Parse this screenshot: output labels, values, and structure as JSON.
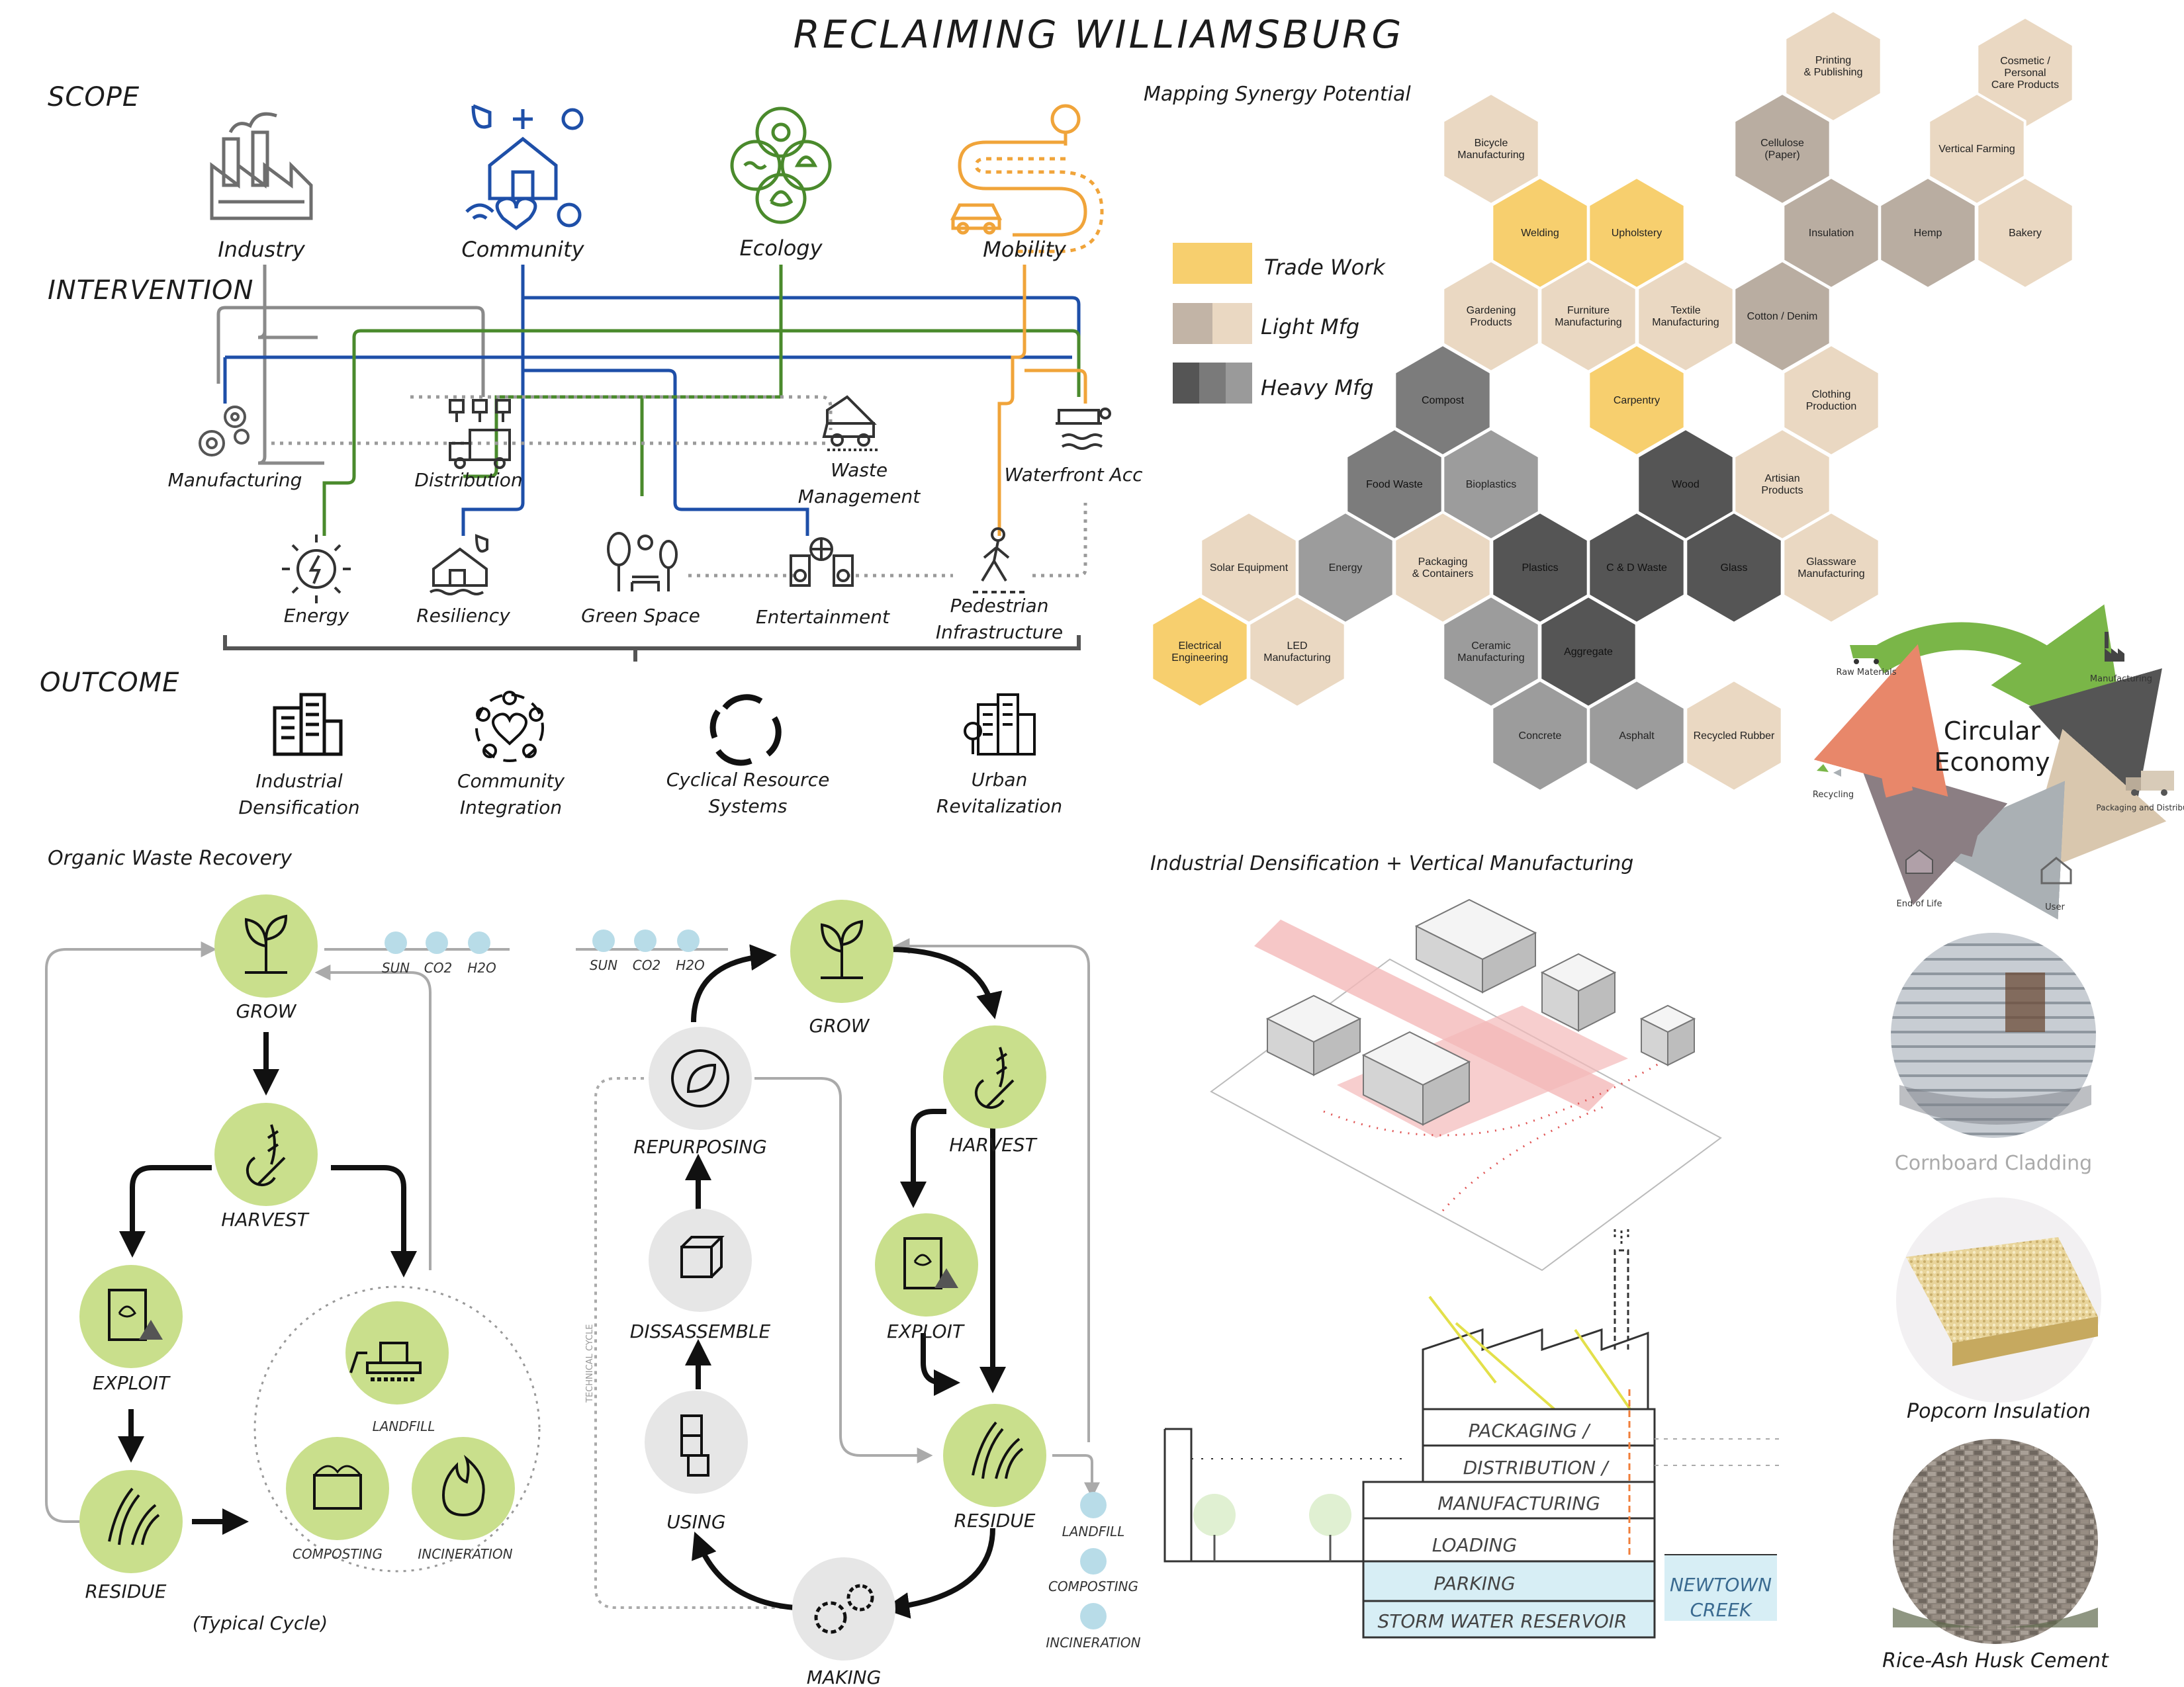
{
  "title": "RECLAIMING WILLIAMSBURG",
  "colors": {
    "industry": "#6e6e6e",
    "community": "#1e4fa8",
    "ecology": "#4a8a2c",
    "mobility": "#f0a43a",
    "trade_work": "#f7cf6e",
    "light_mfg": "#ead8c2",
    "heavy_mfg": "#6a6a6a",
    "green_node": "#c9df8c",
    "grey_node": "#e6e6e6"
  },
  "scope": {
    "heading": "SCOPE",
    "items": [
      {
        "label": "Industry",
        "icon": "factory-icon"
      },
      {
        "label": "Community",
        "icon": "community-house-icon"
      },
      {
        "label": "Ecology",
        "icon": "ecology-circles-icon"
      },
      {
        "label": "Mobility",
        "icon": "road-car-icon"
      }
    ]
  },
  "intervention": {
    "heading": "INTERVENTION",
    "items": [
      {
        "label": "Manufacturing",
        "icon": "gears-icon"
      },
      {
        "label": "Distribution",
        "icon": "truck-icon"
      },
      {
        "label": "Waste Management",
        "line1": "Waste",
        "line2": "Management",
        "icon": "dump-truck-icon"
      },
      {
        "label": "Waterfront Acc",
        "icon": "pier-icon"
      },
      {
        "label": "Energy",
        "icon": "energy-icon"
      },
      {
        "label": "Resiliency",
        "icon": "shield-house-icon"
      },
      {
        "label": "Green Space",
        "icon": "park-icon"
      },
      {
        "label": "Entertainment",
        "icon": "speakers-icon"
      },
      {
        "label": "Pedestrian Infrastructure",
        "line1": "Pedestrian",
        "line2": "Infrastructure",
        "icon": "pedestrian-icon"
      }
    ]
  },
  "outcome": {
    "heading": "OUTCOME",
    "items": [
      {
        "line1": "Industrial",
        "line2": "Densification",
        "icon": "buildings-icon"
      },
      {
        "line1": "Community",
        "line2": "Integration",
        "icon": "people-heart-icon"
      },
      {
        "line1": "Cyclical Resource",
        "line2": "Systems",
        "icon": "recycle-arrows-icon"
      },
      {
        "line1": "Urban",
        "line2": "Revitalization",
        "icon": "city-icon"
      }
    ]
  },
  "synergy": {
    "heading": "Mapping Synergy Potential",
    "legend": [
      {
        "label": "Trade Work"
      },
      {
        "label": "Light Mfg"
      },
      {
        "label": "Heavy Mfg"
      }
    ],
    "hexes": [
      {
        "line1": "Printing",
        "line2": "& Publishing",
        "cat": "light"
      },
      {
        "line1": "Cosmetic /",
        "line2": "Personal",
        "line3": "Care Products",
        "cat": "light"
      },
      {
        "line1": "Bicycle",
        "line2": "Manufacturing",
        "cat": "light"
      },
      {
        "line1": "Cellulose",
        "line2": "(Paper)",
        "cat": "mid"
      },
      {
        "line1": "Vertical Farming",
        "cat": "light"
      },
      {
        "line1": "Welding",
        "cat": "trade"
      },
      {
        "line1": "Upholstery",
        "cat": "trade"
      },
      {
        "line1": "Insulation",
        "cat": "mid"
      },
      {
        "line1": "Hemp",
        "cat": "mid"
      },
      {
        "line1": "Bakery",
        "cat": "light"
      },
      {
        "line1": "Gardening",
        "line2": "Products",
        "cat": "light"
      },
      {
        "line1": "Furniture",
        "line2": "Manufacturing",
        "cat": "light"
      },
      {
        "line1": "Textile",
        "line2": "Manufacturing",
        "cat": "light"
      },
      {
        "line1": "Cotton / Denim",
        "cat": "mid"
      },
      {
        "line1": "Compost",
        "cat": "heavy2"
      },
      {
        "line1": "Carpentry",
        "cat": "trade"
      },
      {
        "line1": "Clothing",
        "line2": "Production",
        "cat": "light"
      },
      {
        "line1": "Food Waste",
        "cat": "heavy2"
      },
      {
        "line1": "Bioplastics",
        "cat": "heavy3"
      },
      {
        "line1": "Wood",
        "cat": "heavy1"
      },
      {
        "line1": "Artisian",
        "line2": "Products",
        "cat": "light"
      },
      {
        "line1": "Solar Equipment",
        "cat": "light"
      },
      {
        "line1": "Energy",
        "cat": "heavy3"
      },
      {
        "line1": "Packaging",
        "line2": "& Containers",
        "cat": "light"
      },
      {
        "line1": "Plastics",
        "cat": "heavy1"
      },
      {
        "line1": "C & D Waste",
        "cat": "heavy1"
      },
      {
        "line1": "Glass",
        "cat": "heavy1"
      },
      {
        "line1": "Glassware",
        "line2": "Manufacturing",
        "cat": "light"
      },
      {
        "line1": "Electrical",
        "line2": "Engineering",
        "cat": "trade"
      },
      {
        "line1": "LED",
        "line2": "Manufacturing",
        "cat": "light"
      },
      {
        "line1": "Ceramic",
        "line2": "Manufacturing",
        "cat": "heavy3"
      },
      {
        "line1": "Aggregate",
        "cat": "heavy1"
      },
      {
        "line1": "Concrete",
        "cat": "heavy3"
      },
      {
        "line1": "Asphalt",
        "cat": "heavy3"
      },
      {
        "line1": "Recycled Rubber",
        "cat": "light"
      }
    ]
  },
  "circular": {
    "title_line1": "Circular",
    "title_line2": "Economy",
    "stages": [
      "Raw Materials",
      "Manufacturing",
      "Packaging and Distribution",
      "User",
      "End of Life",
      "Recycling"
    ]
  },
  "organic": {
    "heading": "Organic Waste Recovery",
    "inputs": [
      "SUN",
      "CO2",
      "H2O"
    ],
    "typical": {
      "grow": "GROW",
      "harvest": "HARVEST",
      "exploit": "EXPLOIT",
      "residue": "RESIDUE",
      "landfill": "LANDFILL",
      "composting": "COMPOSTING",
      "incineration": "INCINERATION",
      "caption": "(Typical Cycle)"
    },
    "improved": {
      "grow": "GROW",
      "harvest": "HARVEST",
      "exploit": "EXPLOIT",
      "residue": "RESIDUE",
      "repurposing": "REPURPOSING",
      "dissassemble": "DISSASSEMBLE",
      "using": "USING",
      "making": "MAKING",
      "technical_cycle": "TECHNICAL CYCLE",
      "landfill": "LANDFILL",
      "composting": "COMPOSTING",
      "incineration": "INCINERATION"
    }
  },
  "densification": {
    "heading": "Industrial Densification + Vertical Manufacturing",
    "section_labels": [
      "PACKAGING /",
      "DISTRIBUTION /",
      "MANUFACTURING",
      "LOADING",
      "PARKING",
      "STORM WATER RESERVOIR"
    ],
    "creek_line1": "NEWTOWN",
    "creek_line2": "CREEK"
  },
  "materials": [
    {
      "label": "Cornboard Cladding"
    },
    {
      "label": "Popcorn Insulation"
    },
    {
      "label": "Rice-Ash Husk Cement"
    }
  ]
}
